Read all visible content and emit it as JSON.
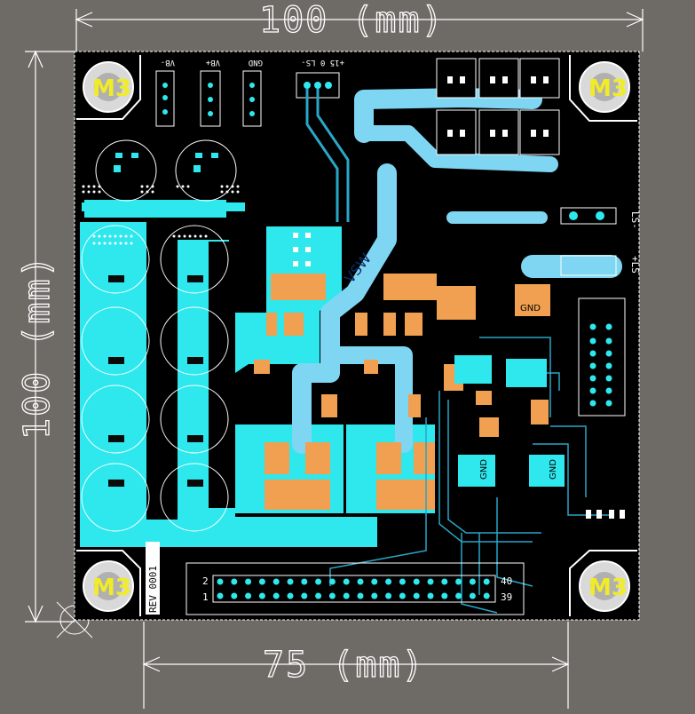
{
  "dimensions": {
    "top": "100 (mm)",
    "left": "100 (mm)",
    "bottom": "75 (mm)"
  },
  "mount_label": "M3",
  "silkscreen": {
    "vb_minus": "VB-",
    "vb_plus": "VB+",
    "gnd": "GND",
    "ls_minus_top": "+15 0 LS-",
    "ls_minus_right": "LS-",
    "ls_plus_right": "+LS",
    "revision": "REV 0001",
    "vsw": "VSW",
    "gnd_pad": "GND",
    "header_pin_2": "2",
    "header_pin_1": "1",
    "header_pin_40": "40",
    "header_pin_39": "39"
  },
  "colors": {
    "board": "#000000",
    "background": "#6e6a66",
    "copper_top": "#00e5ee",
    "copper_pour": "#2ee8ee",
    "pad": "#f0a050",
    "trace": "#2aa6c8",
    "vsw_trace": "#7fd6f2",
    "silkscreen": "#ffffff"
  }
}
